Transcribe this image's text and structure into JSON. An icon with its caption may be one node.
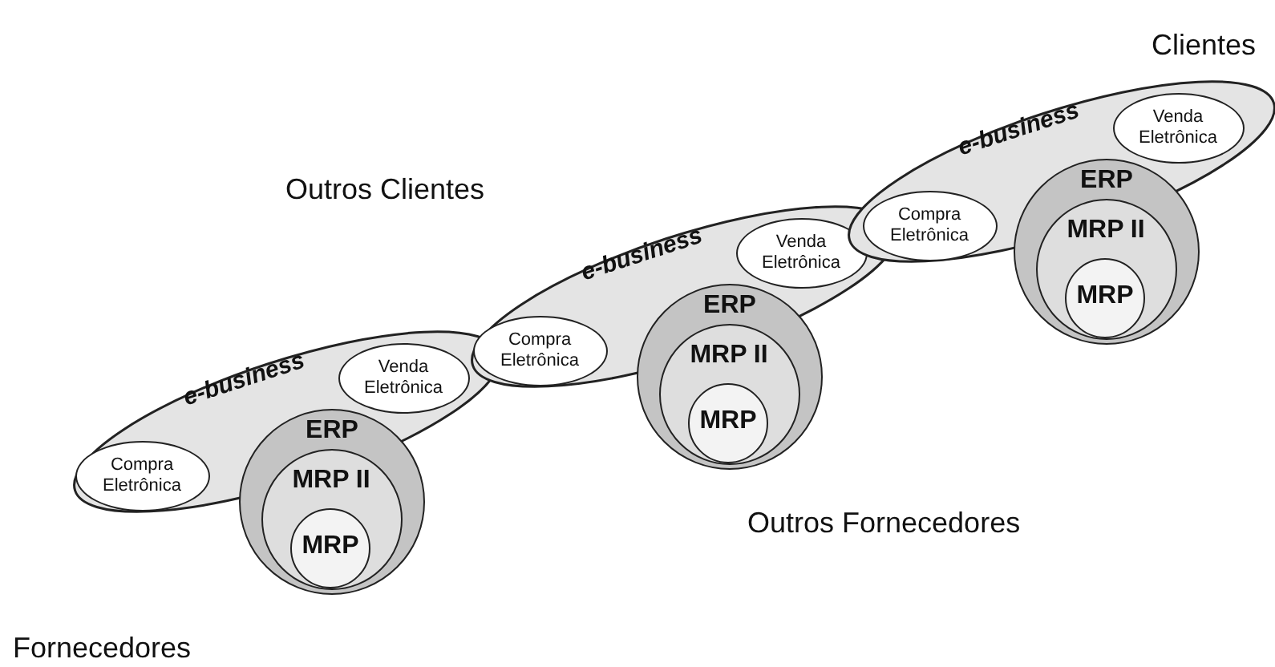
{
  "diagram": {
    "nodes": [
      {
        "text": [
          "e-business"
        ]
      },
      {
        "text": [
          "Compra Eletrônica"
        ],
        "in": 0
      },
      {
        "text": [
          "Venda Eletrônica"
        ],
        "in": 0
      },
      {
        "text": [
          "ERP"
        ]
      },
      {
        "text": [
          "MRP II"
        ],
        "in": 3
      },
      {
        "text": [
          "MRP"
        ],
        "in": 4
      },
      {
        "text": [
          "e-business"
        ]
      },
      {
        "text": [
          "Compra Eletrônica"
        ],
        "in": 6
      },
      {
        "text": [
          "Venda Eletrônica"
        ],
        "in": 6
      },
      {
        "text": [
          "ERP"
        ]
      },
      {
        "text": [
          "MRP II"
        ],
        "in": 9
      },
      {
        "text": [
          "MRP"
        ],
        "in": 10
      },
      {
        "text": [
          "e-business"
        ]
      },
      {
        "text": [
          "Compra Eletrônica"
        ],
        "in": 12
      },
      {
        "text": [
          "Venda Eletrônica"
        ],
        "in": 12
      },
      {
        "text": [
          "ERP"
        ]
      },
      {
        "text": [
          "MRP II"
        ],
        "in": 15
      },
      {
        "text": [
          "MRP"
        ],
        "in": 16
      }
    ],
    "labels": [
      "Clientes",
      "Outros Clientes",
      "Outros Fornecedores",
      "Fornecedores"
    ]
  }
}
